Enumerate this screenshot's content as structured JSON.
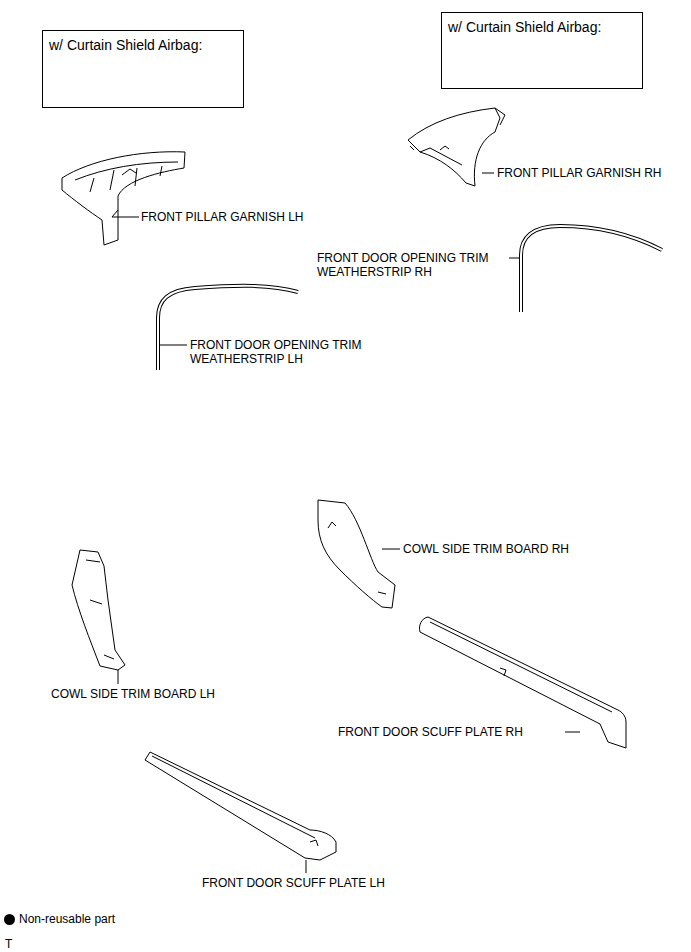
{
  "diagram": {
    "nodes": [
      {
        "text": [
          "w/ Curtain Shield Airbag:"
        ]
      },
      {
        "text": [
          "w/ Curtain Shield Airbag:"
        ]
      }
    ],
    "labels": [
      "FRONT PILLAR GARNISH RH",
      "FRONT PILLAR GARNISH LH",
      "FRONT DOOR OPENING TRIM WEATHERSTRIP RH",
      "FRONT DOOR OPENING TRIM WEATHERSTRIP LH",
      "COWL SIDE TRIM BOARD RH",
      "COWL SIDE TRIM BOARD LH",
      "FRONT DOOR SCUFF PLATE RH",
      "FRONT DOOR SCUFF PLATE LH",
      "T"
    ],
    "legend": [
      {
        "text": "Non-reusable part",
        "color": "#000000"
      }
    ]
  }
}
